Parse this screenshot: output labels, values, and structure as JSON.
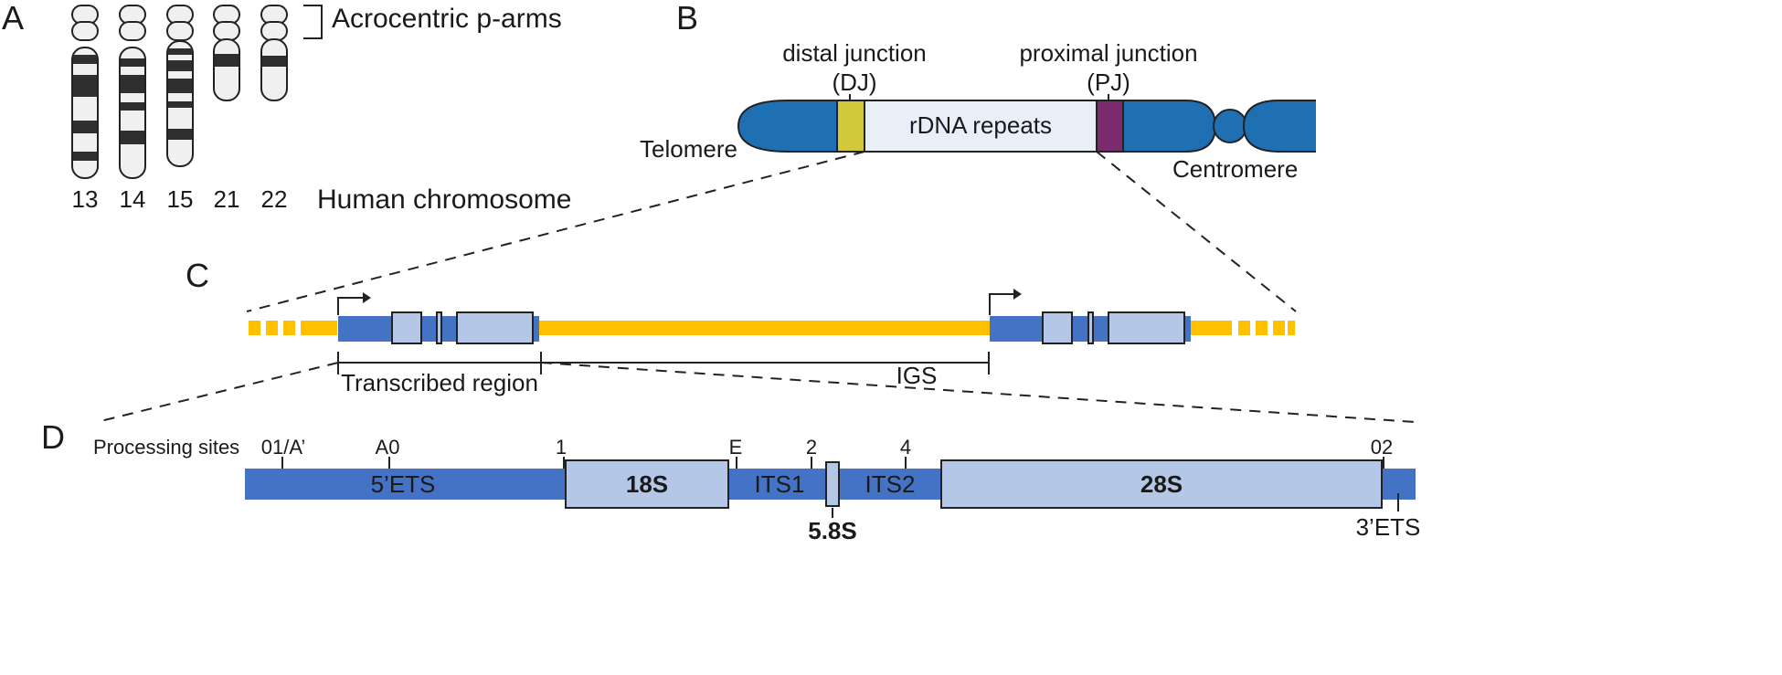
{
  "panels": {
    "a": "A",
    "b": "B",
    "c": "C",
    "d": "D"
  },
  "panel_a": {
    "bracket_label": "Acrocentric p-arms",
    "axis_label": "Human chromosome",
    "chromosomes": [
      "13",
      "14",
      "15",
      "21",
      "22"
    ]
  },
  "panel_b": {
    "telomere": "Telomere",
    "centromere": "Centromere",
    "rdna": "rDNA repeats",
    "distal": "distal junction",
    "distal_abbr": "(DJ)",
    "proximal": "proximal junction",
    "proximal_abbr": "(PJ)"
  },
  "panel_c": {
    "transcribed": "Transcribed region",
    "igs": "IGS"
  },
  "panel_d": {
    "processing_sites_label": "Processing sites",
    "sites": [
      "01/A’",
      "A0",
      "1",
      "E",
      "2",
      "4",
      "02"
    ],
    "ets5": "5’ETS",
    "s18": "18S",
    "its1": "ITS1",
    "s58": "5.8S",
    "its2": "ITS2",
    "s28": "28S",
    "ets3": "3’ETS"
  },
  "colors": {
    "rdna_blue": "#4472c4",
    "rrna_light": "#b4c7e7",
    "igs_yellow": "#ffc000",
    "chromosome_blue": "#1f6fb3",
    "dj_yellow": "#d2c93a",
    "pj_purple": "#7b2a6b",
    "rdna_pale": "#e9eff8"
  }
}
